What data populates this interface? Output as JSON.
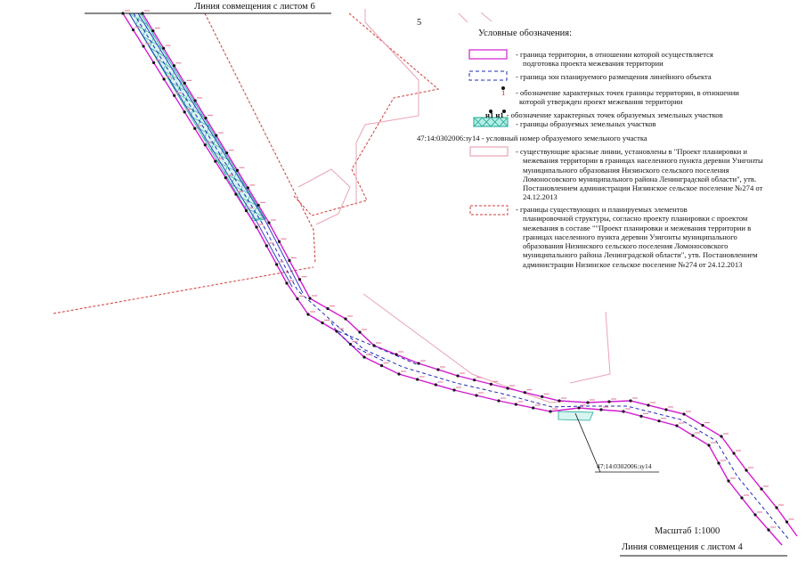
{
  "header": {
    "sheet_top": "Линия совмещения с листом 6",
    "sheet_bottom": "Линия совмещения с листом 4",
    "block_number": "5",
    "scale": "Масштаб 1:1000"
  },
  "legend": {
    "title": "Условные обозначения:",
    "items": [
      {
        "lines": [
          "- граница территории, в отношении которой осуществляется",
          "подготовка проекта межевания территории"
        ],
        "color": "#d21bd2"
      },
      {
        "lines": [
          "- граница зон планируемого размещения линейного объекта"
        ],
        "color": "#1f2bb5"
      },
      {
        "marker": "1",
        "lines": [
          "- обозначение характерных точек границы территории, в отношении",
          "которой утвержден проект межевания территории"
        ]
      },
      {
        "marker": "н1 н1",
        "lines": [
          "- обозначение характерных точек образуемых земельных участков"
        ]
      },
      {
        "lines": [
          "- границы образуемых земельных участков"
        ],
        "color": "#1aa896"
      },
      {
        "prefix": "47:14:0302006:зу14",
        "lines": [
          "- условный номер образуемого земельного участка"
        ]
      },
      {
        "lines": [
          "- существующие красные линии, установлены в \"Проект планировки и",
          "межевания территории в границах населенного пункта деревни Узигонты",
          "муниципального образования Низинского сельского поселения",
          "Ломоносовского муниципального района Ленинградской области\", утв.",
          "Постановлением администрации Низинское сельское поселение №274 от",
          "24.12.2013"
        ],
        "color": "#e68aa5"
      },
      {
        "lines": [
          "- границы существующих и планируемых элементов",
          "планировочной структуры, согласно проекту планировки с проектом",
          "межевания в составе \"\"Проект планировки и межевания территории в",
          "границах населенного пункта деревни Узигонты муниципального",
          "образования Низинского сельского поселения Ломоносовского",
          "муниципального района Ленинградской области\", утв. Постановлением",
          "администрации Низинское сельское поселение №274 от 24.12.2013"
        ],
        "color": "#d23c3c"
      }
    ]
  },
  "parcel_label": "47:14:0302006:зу14",
  "colors": {
    "territory": "#d21bd2",
    "zone": "#1f2bb5",
    "parcel": "#1aa896",
    "red_line": "#e68aa5",
    "planning": "#d23c3c"
  }
}
